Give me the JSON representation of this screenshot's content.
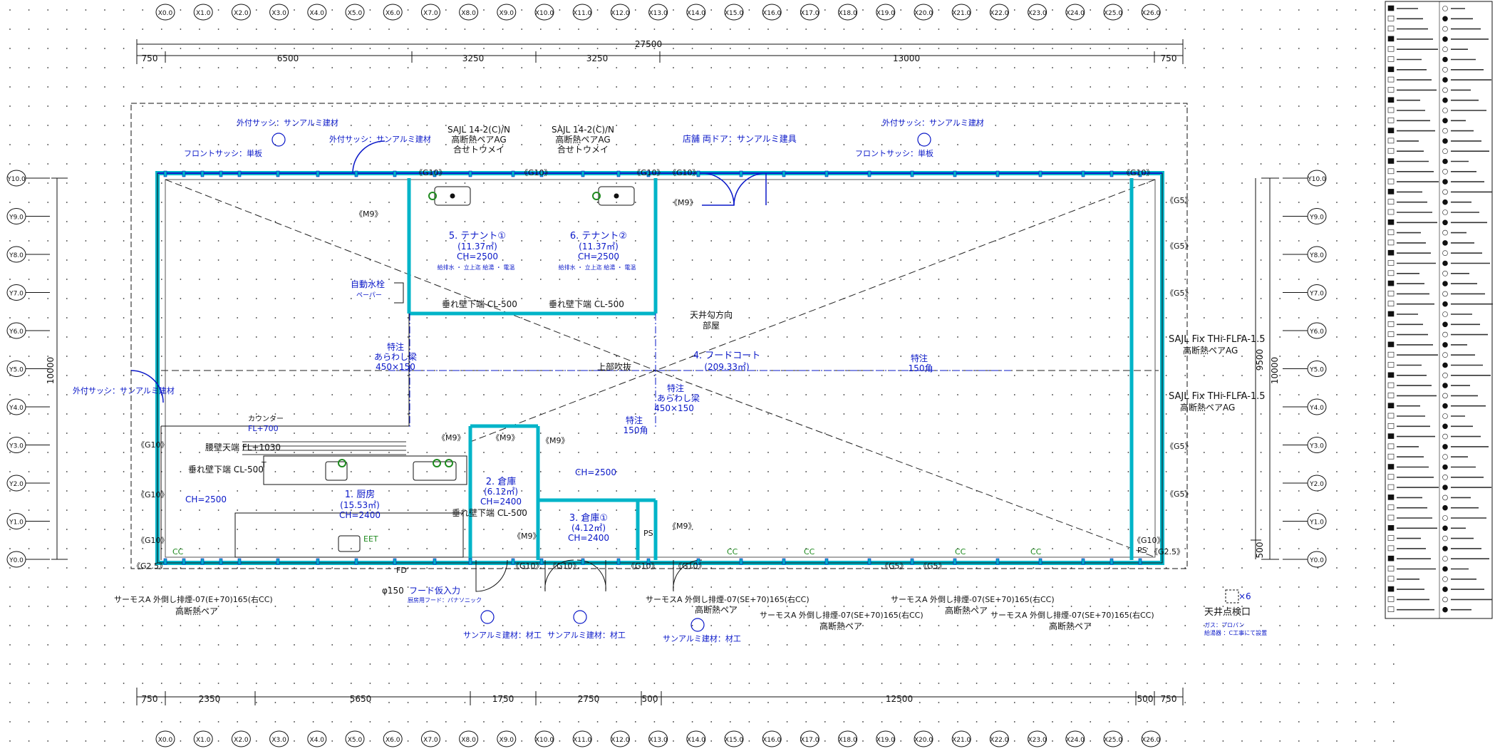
{
  "grid_top": [
    "X0.0",
    "X1.0",
    "X2.0",
    "X3.0",
    "X4.0",
    "X5.0",
    "X6.0",
    "X7.0",
    "X8.0",
    "X9.0",
    "X10.0",
    "X11.0",
    "X12.0",
    "X13.0",
    "X14.0",
    "X15.0",
    "X16.0",
    "X17.0",
    "X18.0",
    "X19.0",
    "X20.0",
    "X21.0",
    "X22.0",
    "X23.0",
    "X24.0",
    "X25.0",
    "X26.0"
  ],
  "grid_left": [
    "Y10.0",
    "Y9.0",
    "Y8.0",
    "Y7.0",
    "Y6.0",
    "Y5.0",
    "Y4.0",
    "Y3.0",
    "Y2.0",
    "Y1.0",
    "Y0.0"
  ],
  "dims": {
    "overall_width": "27500",
    "top": [
      "750",
      "6500",
      "3250",
      "3250",
      "13000",
      "750"
    ],
    "bottom": [
      "750",
      "2350",
      "5650",
      "1750",
      "2750",
      "500",
      "12500",
      "500",
      "750"
    ],
    "left_height": "10000",
    "right_height": "10000",
    "right_inner": "9500",
    "right_small": "500"
  },
  "rooms": [
    {
      "name": "5. テナント①",
      "area": "(11.37㎡)",
      "ch": "CH=2500",
      "note": "給排水 ・ 立上迄\n給湯 ・ 電温"
    },
    {
      "name": "6. テナント②",
      "area": "(11.37㎡)",
      "ch": "CH=2500",
      "note": "給排水 ・ 立上迄\n給湯 ・ 電温"
    },
    {
      "name": "4. フードコート",
      "area": "(209.33㎡)"
    },
    {
      "name": "1. 厨房",
      "area": "(15.53㎡)",
      "ch": "CH=2400"
    },
    {
      "name": "2. 倉庫",
      "area": "(6.12㎡)",
      "ch": "CH=2400"
    },
    {
      "name": "3. 倉庫①",
      "area": "(4.12㎡)",
      "ch": "CH=2400"
    }
  ],
  "labels": {
    "sash1": "外付サッシ：サンアルミ建材",
    "sash2": "外付サッシ：サンアルミ建材",
    "sash3": "外付サッシ：サンアルミ建材",
    "sash4": "外付サッシ：サンアルミ建材",
    "front1": "フロントサッシ：単板",
    "front2": "フロントサッシ：単板",
    "sajl1": "SAJL 14-2(C)/N",
    "sajl1b": "高断熱ペアAG",
    "sajl1c": "合せトウメイ",
    "sajl2": "SAJL 14-2(C)/N",
    "sajl2b": "高断熱ペアAG",
    "sajl2c": "合せトウメイ",
    "door": "店舗 両ドア：サンアルミ建具",
    "hydrant": "自動水栓",
    "hydrant2": "ペーパー",
    "hang1": "垂れ壁下端 CL-500",
    "hang2": "垂れ壁下端 CL-500",
    "hang3": "垂れ壁下端 CL-500",
    "hang4": "垂れ壁下端 CL-500",
    "ceiling_dir": "天井勾方向",
    "room_word": "部屋",
    "void": "上部吹抜",
    "beam1": "特注",
    "beam1b": "あらわし梁",
    "beam1c": "450×150",
    "beam2": "特注",
    "beam2b": "あらわし梁",
    "beam2c": "450×150",
    "sq1": "特注",
    "sq1b": "150角",
    "sq2": "特注",
    "sq2b": "150角",
    "counter": "カウンター",
    "counter2": "FL+700",
    "waist": "腰壁天端 FL+1030",
    "ch2500a": "CH=2500",
    "ch2500b": "CH=2500",
    "sajl_fix1": "SAJL Fix THi-FLFA-1.5",
    "sajl_fix1b": "高断熱ペアAG",
    "sajl_fix2": "SAJL Fix THi-FLFA-1.5",
    "sajl_fix2b": "高断熱ペアAG",
    "therm1": "サーモスA 外倒し排煙-07(E+70)165(右CC)",
    "therm1b": "高断熱ペア",
    "therm2": "サーモスA 外倒し排煙-07(SE+70)165(右CC)",
    "therm2b": "高断熱ペア",
    "therm3": "サーモスA 外倒し排煙-07(SE+70)165(右CC)",
    "therm3b": "高断熱ペア",
    "therm4": "サーモスA 外倒し排煙-07(SE+70)165(右CC)",
    "therm4b": "高断熱ペア",
    "therm5": "サーモスA 外倒し排煙-07(SE+70)165(右CC)",
    "therm5b": "高断熱ペア",
    "hood": "フード仮入力",
    "hood2": "厨房用フード：パナソニック",
    "fd": "FD",
    "phi": "φ150",
    "sunal1": "サンアルミ建材：材工",
    "sunal2": "サンアルミ建材：材工",
    "sunal3": "サンアルミ建材：材工",
    "inspect": "天井点検口",
    "inspect_count": "×6",
    "gas": "ガス：プロパン",
    "gas2": "給湯器 ：C工事にて設置",
    "ps1": "PS",
    "ps2": "PS",
    "eet": "EET",
    "m9": "《M9》",
    "g10": "《G10》",
    "g5": "《G5》",
    "g25": "《G2.5》",
    "cc": "CC",
    "t_mark": "T"
  },
  "legend_rows": 60,
  "colors": {
    "wall": "#00b4c8",
    "blue": "#0a18c8",
    "black": "#111111",
    "orange": "#f08c00",
    "green": "#1f8a1f"
  }
}
